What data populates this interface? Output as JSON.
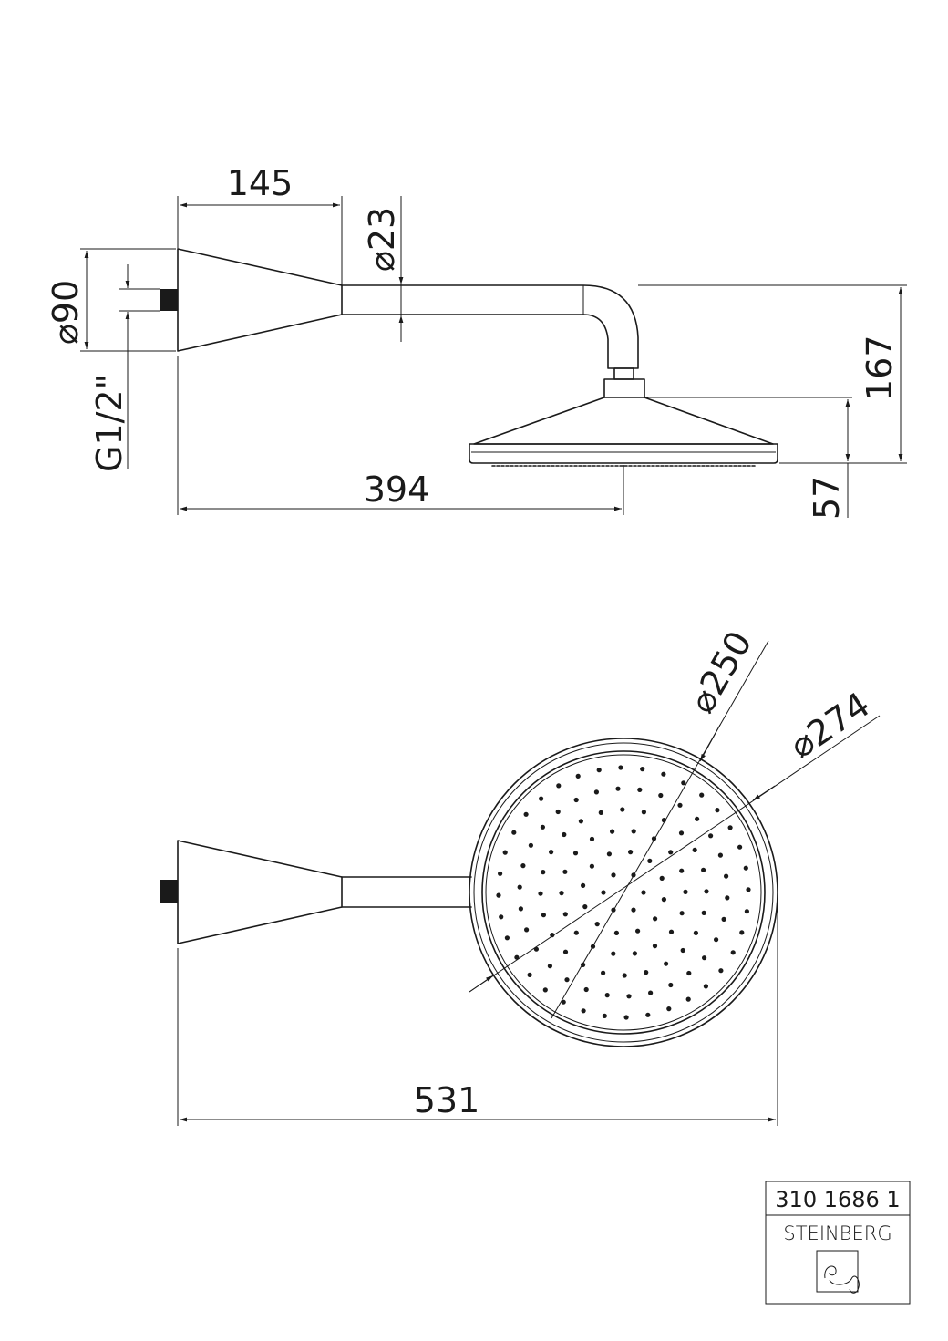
{
  "dimensions": {
    "arm_offset": "145",
    "pipe_diameter": "⌀23",
    "flange_diameter": "⌀90",
    "thread": "G1/2\"",
    "head_reach": "394",
    "total_height": "167",
    "head_height": "57",
    "inner_diameter": "⌀250",
    "outer_diameter": "⌀274",
    "total_length": "531"
  },
  "title_block": {
    "article_number": "310 1686 1",
    "brand": "STEINBERG"
  },
  "colors": {
    "ink": "#1a1a1a",
    "background": "#ffffff"
  },
  "icons": [
    "steinberg-logo-icon"
  ]
}
